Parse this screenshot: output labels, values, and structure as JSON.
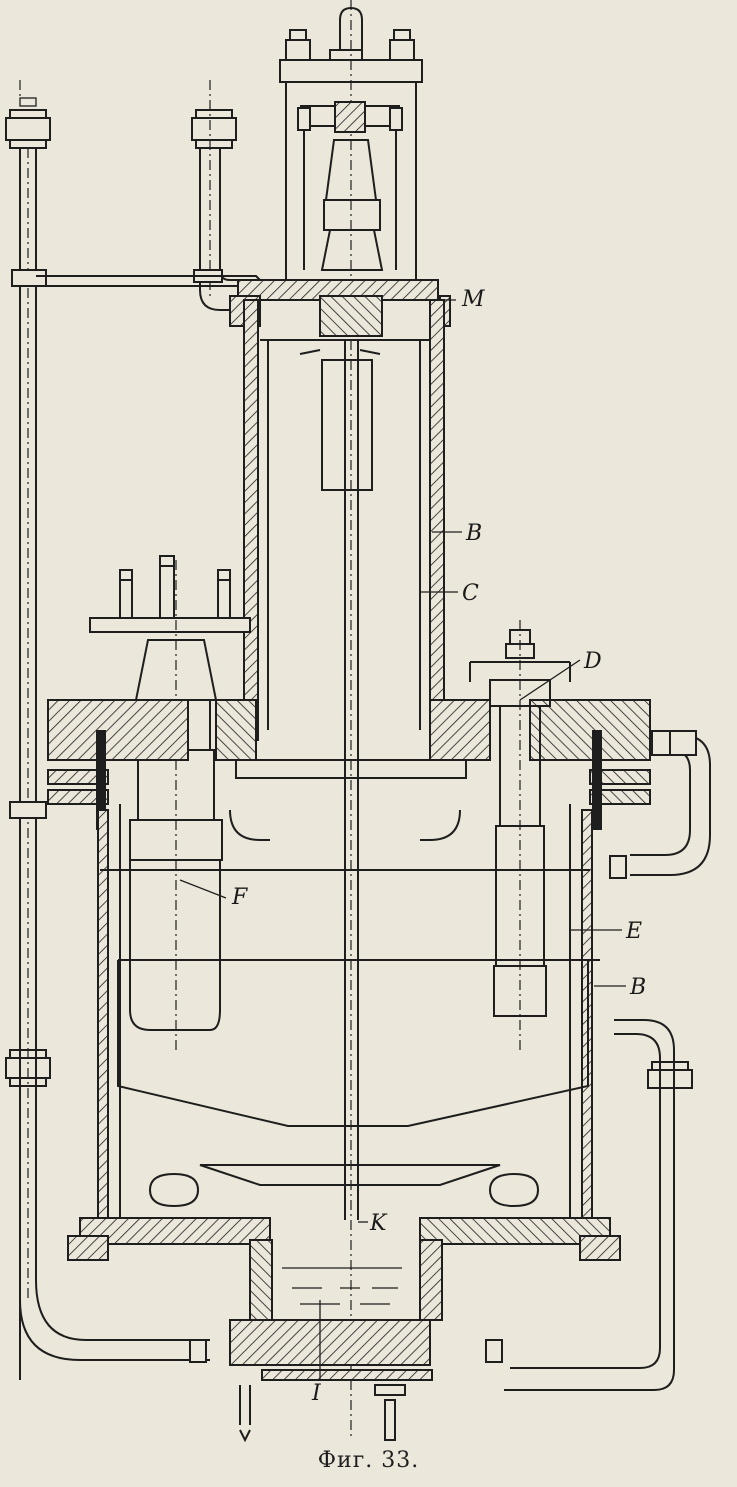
{
  "figure": {
    "caption": "Фиг. 33.",
    "type": "technical cross-section drawing",
    "labels": {
      "M": "M",
      "B_top": "B",
      "C": "C",
      "D": "D",
      "E": "E",
      "B_right": "B",
      "F": "F",
      "K": "K",
      "I": "I"
    }
  },
  "colors": {
    "paper": "#ebe7da",
    "ink": "#1e1e1e"
  }
}
